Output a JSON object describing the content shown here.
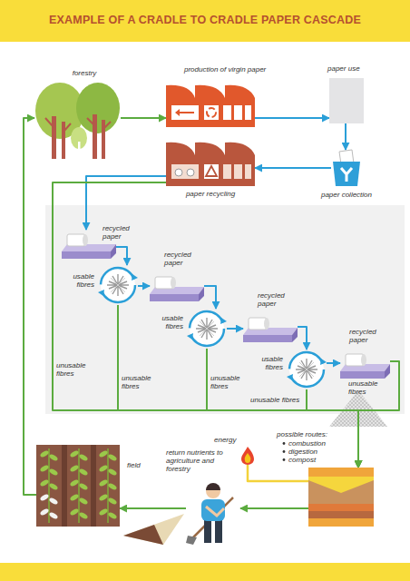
{
  "diagram": {
    "title": "EXAMPLE OF A CRADLE TO CRADLE PAPER CASCADE",
    "nodes": [
      {
        "text": [
          "forestry"
        ]
      },
      {
        "text": [
          "production of virgin paper"
        ]
      },
      {
        "text": [
          "paper use"
        ]
      },
      {
        "text": [
          "paper collection"
        ]
      },
      {
        "text": [
          "paper recycling"
        ]
      },
      {
        "text": [
          "recycled paper"
        ]
      },
      {
        "text": [
          "usable fibres"
        ]
      },
      {
        "text": [
          "recycled paper"
        ]
      },
      {
        "text": [
          "usable fibres"
        ]
      },
      {
        "text": [
          "recycled paper"
        ]
      },
      {
        "text": [
          "usable fibres"
        ]
      },
      {
        "text": [
          "recycled paper"
        ]
      },
      {
        "text": [
          "possible routes:",
          "combustion",
          "digestion",
          "compost"
        ]
      },
      {
        "text": [
          "energy"
        ]
      },
      {
        "text": [
          "field"
        ]
      },
      {
        "text": [
          "return nutrients to agriculture and forestry"
        ]
      }
    ],
    "edges": [
      {
        "from": 0,
        "to": 1,
        "arrow": "to"
      },
      {
        "from": 1,
        "to": 2,
        "arrow": "to"
      },
      {
        "from": 2,
        "to": 3,
        "arrow": "to"
      },
      {
        "from": 3,
        "to": 4,
        "arrow": "to"
      },
      {
        "from": 4,
        "to": 5,
        "arrow": "to"
      },
      {
        "from": 5,
        "to": 6,
        "arrow": "to"
      },
      {
        "from": 6,
        "to": 7,
        "arrow": "to"
      },
      {
        "from": 7,
        "to": 8,
        "arrow": "to"
      },
      {
        "from": 8,
        "to": 9,
        "arrow": "to"
      },
      {
        "from": 9,
        "to": 10,
        "arrow": "to"
      },
      {
        "from": 10,
        "to": 11,
        "arrow": "to"
      },
      {
        "from": 4,
        "to": 12,
        "label": "unusable fibres",
        "arrow": "to"
      },
      {
        "from": 6,
        "to": 12,
        "label": "unusable fibres",
        "arrow": "to"
      },
      {
        "from": 8,
        "to": 12,
        "label": "unusable fibres",
        "arrow": "to"
      },
      {
        "from": 10,
        "to": 12,
        "label": "unusable fibres",
        "arrow": "to"
      },
      {
        "from": 11,
        "to": 12,
        "label": "unusable fibres",
        "arrow": "to"
      },
      {
        "from": 12,
        "to": 13,
        "arrow": "none"
      },
      {
        "from": 12,
        "to": 15,
        "arrow": "to"
      },
      {
        "from": 15,
        "to": 14,
        "arrow": "to"
      },
      {
        "from": 14,
        "to": 0,
        "arrow": "to"
      }
    ]
  }
}
